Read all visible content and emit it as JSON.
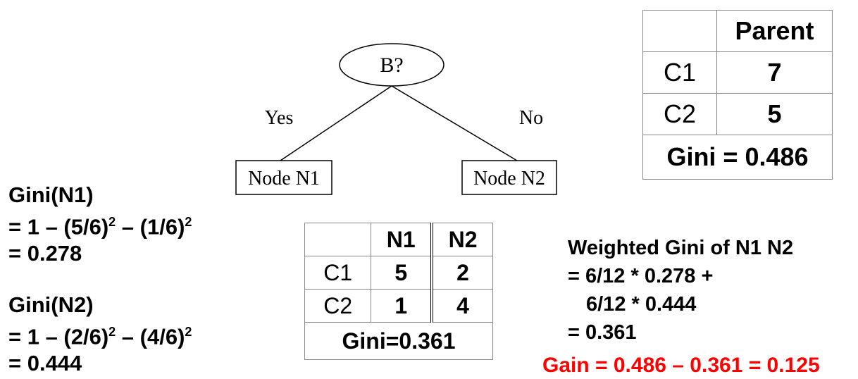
{
  "tree": {
    "root_label": "B?",
    "yes_label": "Yes",
    "no_label": "No",
    "left_node": "Node N1",
    "right_node": "Node N2"
  },
  "parent_table": {
    "header": "Parent",
    "rows": [
      {
        "label": "C1",
        "value": "7"
      },
      {
        "label": "C2",
        "value": "5"
      }
    ],
    "gini": "Gini = 0.486"
  },
  "child_table": {
    "headers": [
      "N1",
      "N2"
    ],
    "rows": [
      {
        "label": "C1",
        "n1": "5",
        "n2": "2"
      },
      {
        "label": "C2",
        "n1": "1",
        "n2": "4"
      }
    ],
    "gini": "Gini=0.361"
  },
  "gini_n1": {
    "title": "Gini(N1)",
    "line1_a": "= 1 – (5/6)",
    "exp1": "2",
    "line1_b": " – (1/6)",
    "exp2": "2",
    "result": "= 0.278"
  },
  "gini_n2": {
    "title": "Gini(N2)",
    "line1_a": "= 1 – (2/6)",
    "exp1": "2",
    "line1_b": " – (4/6)",
    "exp2": "2",
    "result": "= 0.444"
  },
  "weighted": {
    "title": "Weighted Gini of N1 N2",
    "line1": "= 6/12 * 0.278 +",
    "line2": "6/12 * 0.444",
    "line3": "= 0.361"
  },
  "gain": "Gain = 0.486 – 0.361 = 0.125",
  "colors": {
    "gain": "#ff0000"
  }
}
